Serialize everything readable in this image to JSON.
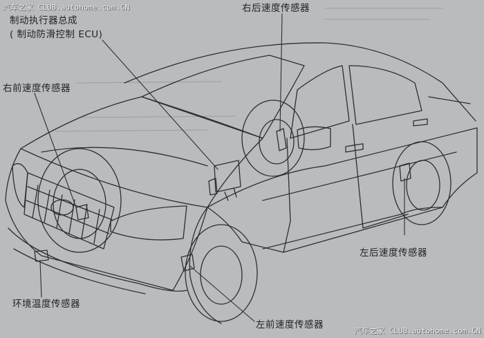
{
  "watermark_top": "汽车之家 CLUB.autohome.com.CN",
  "watermark_bottom": "汽车之家 CLUB.autohome.com.CN",
  "labels": {
    "actuator_line1": "制动执行器总成",
    "actuator_line2": "( 制动防滑控制 ECU)",
    "right_rear": "右后速度传感器",
    "right_front": "右前速度传感器",
    "left_rear": "左后速度传感器",
    "left_front": "左前速度传感器",
    "ambient_temp": "环境温度传感器"
  },
  "colors": {
    "background": "#b9bcbd",
    "line": "#2b2e30",
    "text": "#1f2224"
  }
}
